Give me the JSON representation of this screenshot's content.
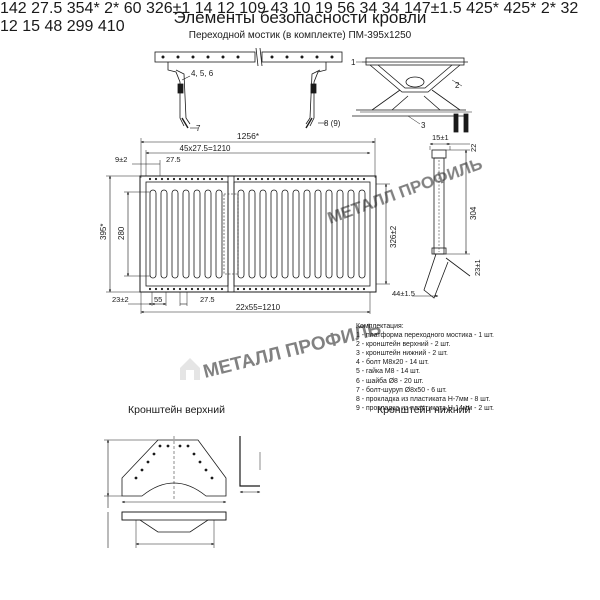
{
  "header": {
    "title": "Элементы безопасности кровли",
    "subtitle": "Переходной мостик (в комплекте) ПМ-395х1250"
  },
  "watermark": {
    "text": "МЕТАЛЛ ПРОФИЛЬ",
    "color": "#c8c8c8"
  },
  "top_view": {
    "callout_456": "4, 5, 6",
    "callout_7": "7",
    "callout_89": "8 (9)"
  },
  "side_view": {
    "callout_1": "1",
    "callout_2": "2",
    "callout_3": "3"
  },
  "plan_view": {
    "dims": {
      "overall_width": "1256*",
      "pitch_top": "45х27.5=1210",
      "left_offset": "9±2",
      "cell_top": "27.5",
      "height_outer": "395*",
      "height_inner": "280",
      "height_right": "326±2",
      "bottom_left": "23±2",
      "bottom_55": "55",
      "bottom_275": "27.5",
      "pitch_bottom": "22х55=1210"
    }
  },
  "profile_view": {
    "dims": {
      "top": "15±1",
      "top_right": "22",
      "height": "304",
      "angle_small": "23±1",
      "bottom": "44±1.5"
    }
  },
  "legend": {
    "title": "Комплектация:",
    "items": [
      "1 - платформа переходного мостика - 1 шт.",
      "2 - кронштейн верхний - 2 шт.",
      "3 - кронштейн нижний - 2 шт.",
      "4 - болт М8х20 - 14 шт.",
      "5 - гайка М8 - 14 шт.",
      "6 - шайба Ø8 - 20 шт.",
      "7 - болт-шуруп Ø8х50 - 6 шт.",
      "8 - прокладка из пластиката Н-7мм - 8 шт.",
      "9 - прокладка из пластиката Н-14мм - 2 шт."
    ]
  },
  "bracket_upper": {
    "label": "Кронштейн верхний",
    "dims": {
      "height": "142",
      "flange": "27.5",
      "width": "354*",
      "thickness": "2*",
      "foot": "60",
      "bottom_width": "326±1",
      "dim_14": "14",
      "dim_12": "12"
    }
  },
  "bracket_lower": {
    "label": "Кронштейн нижний",
    "dims": {
      "top_width": "109",
      "slot_width": "43",
      "dim_10": "10",
      "dim_19": "19",
      "dim_56": "56",
      "dim_34a": "34",
      "dim_34b": "34",
      "height": "147±1.5",
      "width": "425*",
      "width_bottom": "425*",
      "thickness": "2*",
      "foot": "32",
      "dim_12": "12",
      "dim_15": "15",
      "dim_48": "48",
      "dim_299": "299",
      "dim_410": "410"
    }
  }
}
